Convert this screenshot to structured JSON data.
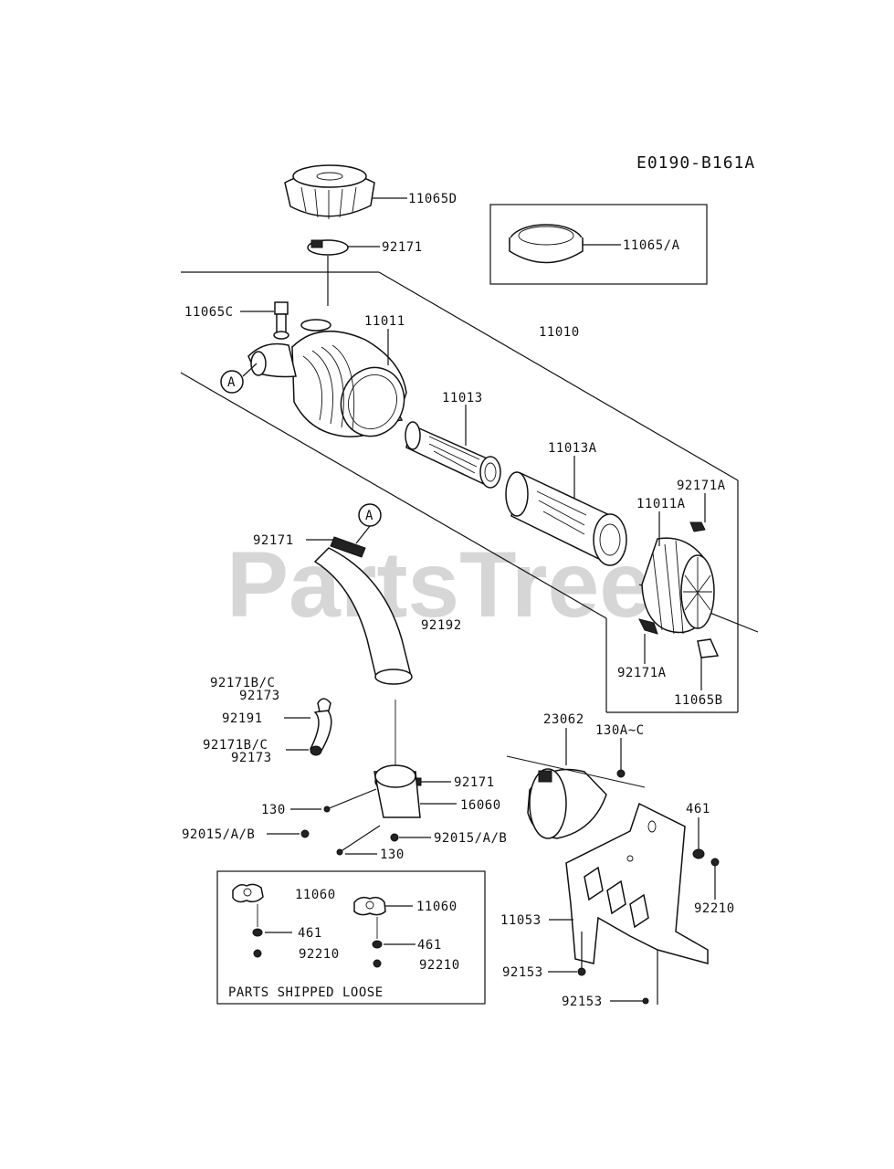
{
  "diagram_code": "E0190-B161A",
  "watermark": "PartsTree",
  "callouts": {
    "A1": "A",
    "A2": "A"
  },
  "labels": {
    "p11065D": "11065D",
    "p92171_top": "92171",
    "p11065_A": "11065/A",
    "p11065C": "11065C",
    "p11011": "11011",
    "p11010": "11010",
    "p11013": "11013",
    "p11013A": "11013A",
    "p92171A_top": "92171A",
    "p11011A": "11011A",
    "p92171_mid": "92171",
    "p92192": "92192",
    "p92171A_bot": "92171A",
    "p11065B": "11065B",
    "p92171BC_1": "92171B/C",
    "p92173_1": "92173",
    "p92191": "92191",
    "p92171BC_2": "92171B/C",
    "p92173_2": "92173",
    "p92171_low": "92171",
    "p23062": "23062",
    "p130AC": "130A~C",
    "p130_1": "130",
    "p16060": "16060",
    "p461_right": "461",
    "p92015_left": "92015/A/B",
    "p92015_right": "92015/A/B",
    "p130_2": "130",
    "p92210_right": "92210",
    "p11060_1": "11060",
    "p11060_2": "11060",
    "p461_box1": "461",
    "p461_box2": "461",
    "p92210_box1": "92210",
    "p92210_box2": "92210",
    "p11053": "11053",
    "p92153_1": "92153",
    "p92153_2": "92153",
    "loose_note": "PARTS SHIPPED LOOSE"
  }
}
